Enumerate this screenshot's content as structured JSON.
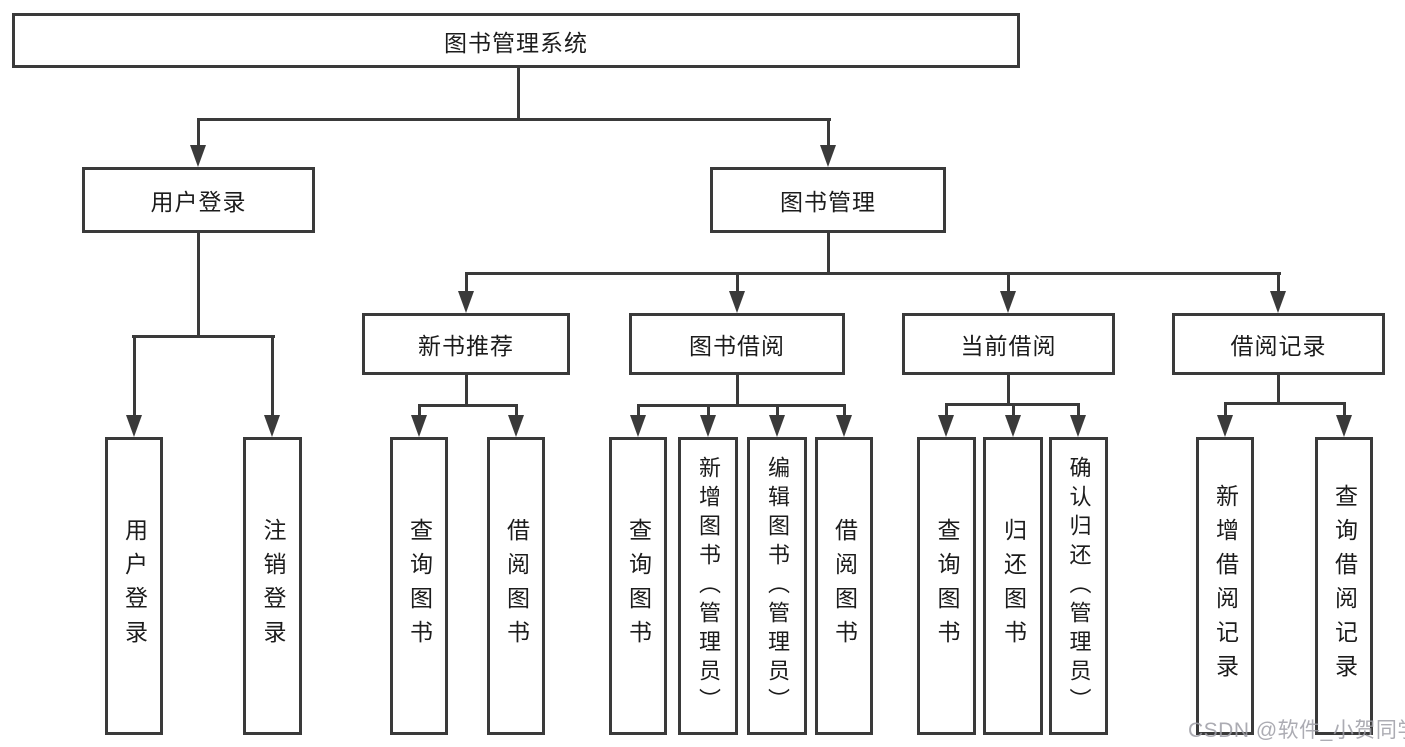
{
  "colors": {
    "line": "#3a3a3a",
    "box_border": "#3a3a3a",
    "text": "#1c1c1c",
    "watermark": "#9e9ea6",
    "background": "#ffffff"
  },
  "watermark": {
    "text": "CSDN @软件_小贺同学"
  },
  "diagram": {
    "type": "hierarchy-tree",
    "root": {
      "label": "图书管理系统"
    },
    "branches": [
      {
        "label": "用户登录",
        "children": [
          {
            "label": "用户登录"
          },
          {
            "label": "注销登录"
          }
        ]
      },
      {
        "label": "图书管理",
        "children": [
          {
            "label": "新书推荐",
            "children": [
              {
                "label": "查询图书"
              },
              {
                "label": "借阅图书"
              }
            ]
          },
          {
            "label": "图书借阅",
            "children": [
              {
                "label": "查询图书"
              },
              {
                "label": "新增图书（管理员）"
              },
              {
                "label": "编辑图书（管理员）"
              },
              {
                "label": "借阅图书"
              }
            ]
          },
          {
            "label": "当前借阅",
            "children": [
              {
                "label": "查询图书"
              },
              {
                "label": "归还图书"
              },
              {
                "label": "确认归还（管理员）"
              }
            ]
          },
          {
            "label": "借阅记录",
            "children": [
              {
                "label": "新增借阅记录"
              },
              {
                "label": "查询借阅记录"
              }
            ]
          }
        ]
      }
    ]
  }
}
